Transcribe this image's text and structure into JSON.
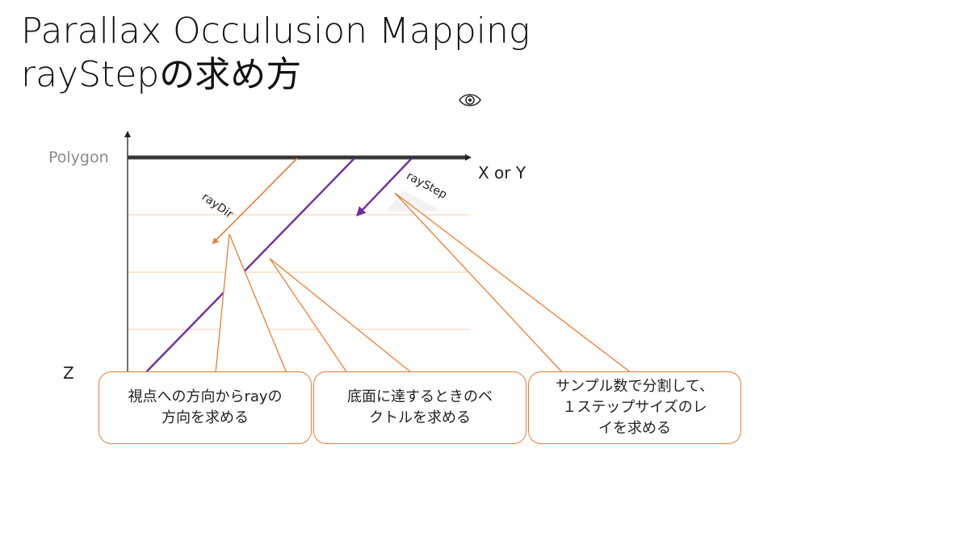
{
  "slide": {
    "title_line1": "Parallax Occulusion Mapping",
    "title_line2": "rayStepの求め方"
  },
  "diagram": {
    "polygon_label": "Polygon",
    "x_axis_label": "X or Y",
    "z_axis_label": "Z",
    "ray_dir_label": "rayDir",
    "ray_step_label": "rayStep",
    "colors": {
      "orange": "#ed7d31",
      "purple": "#7030a0",
      "axis": "#222222",
      "layer_line": "#fbe5d6"
    }
  },
  "callouts": [
    {
      "text": "視点への方向からrayの\n方向を求める"
    },
    {
      "text": "底面に達するときのベ\nクトルを求める"
    },
    {
      "text": "サンプル数で分割して、\n１ステップサイズのレ\nイを求める"
    }
  ],
  "icons": {
    "eye": "eye-icon"
  }
}
